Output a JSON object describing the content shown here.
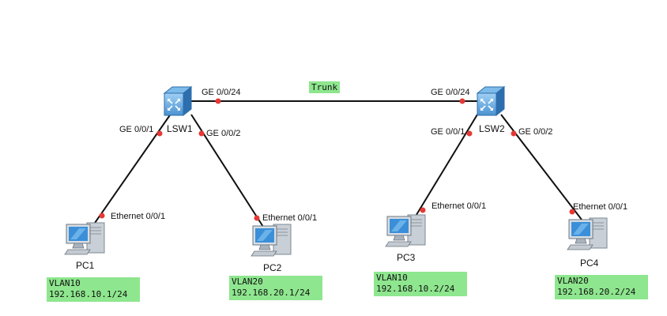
{
  "colors": {
    "link": "#111111",
    "port_dot": "#e53935",
    "tag_bg": "#8ee68e",
    "switch_body": "#3f88c8"
  },
  "trunk_label": "Trunk",
  "switches": [
    {
      "label": "LSW1",
      "icon": "switch-icon",
      "ports": {
        "uplink": "GE 0/0/24",
        "down1": "GE 0/0/1",
        "down2": "GE 0/0/2"
      }
    },
    {
      "label": "LSW2",
      "icon": "switch-icon",
      "ports": {
        "uplink": "GE 0/0/24",
        "down1": "GE 0/0/1",
        "down2": "GE 0/0/2"
      }
    }
  ],
  "pcs": [
    {
      "label": "PC1",
      "icon": "pc-icon",
      "port": "Ethernet 0/0/1",
      "vlan": "VLAN10",
      "ip": "192.168.10.1/24"
    },
    {
      "label": "PC2",
      "icon": "pc-icon",
      "port": "Ethernet 0/0/1",
      "vlan": "VLAN20",
      "ip": "192.168.20.1/24"
    },
    {
      "label": "PC3",
      "icon": "pc-icon",
      "port": "Ethernet 0/0/1",
      "vlan": "VLAN10",
      "ip": "192.168.10.2/24"
    },
    {
      "label": "PC4",
      "icon": "pc-icon",
      "port": "Ethernet 0/0/1",
      "vlan": "VLAN20",
      "ip": "192.168.20.2/24"
    }
  ]
}
